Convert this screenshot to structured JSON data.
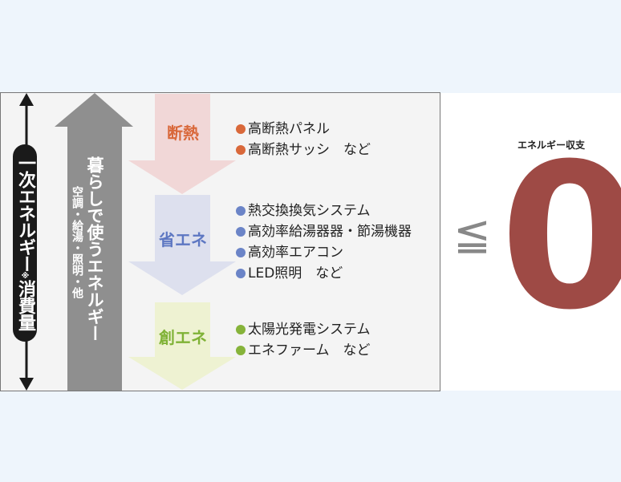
{
  "left_axis": {
    "label_main": "一次エネルギー",
    "label_mark": "※",
    "label_end": "消費量"
  },
  "big_arrow": {
    "title": "暮らしで使うエネルギー",
    "subtitle": "空調・給湯・照明・他"
  },
  "stages": [
    {
      "name": "断熱",
      "color": "#d9683a",
      "items": [
        "高断熱パネル",
        "高断熱サッシ　など"
      ],
      "dot_color": "#d9683a"
    },
    {
      "name": "省エネ",
      "color": "#5d77c2",
      "items": [
        "熱交換換気システム",
        "高効率給湯器器・節湯機器",
        "高効率エアコン",
        "LED照明　など"
      ],
      "dot_color": "#6b84c7"
    },
    {
      "name": "創エネ",
      "color": "#7fb236",
      "items": [
        "太陽光発電システム",
        "エネファーム　など"
      ],
      "dot_color": "#86b33a"
    }
  ],
  "result": {
    "caption": "エネルギー収支",
    "symbol": "≦",
    "value": "0"
  },
  "colors": {
    "zero": "#9e4a45"
  }
}
